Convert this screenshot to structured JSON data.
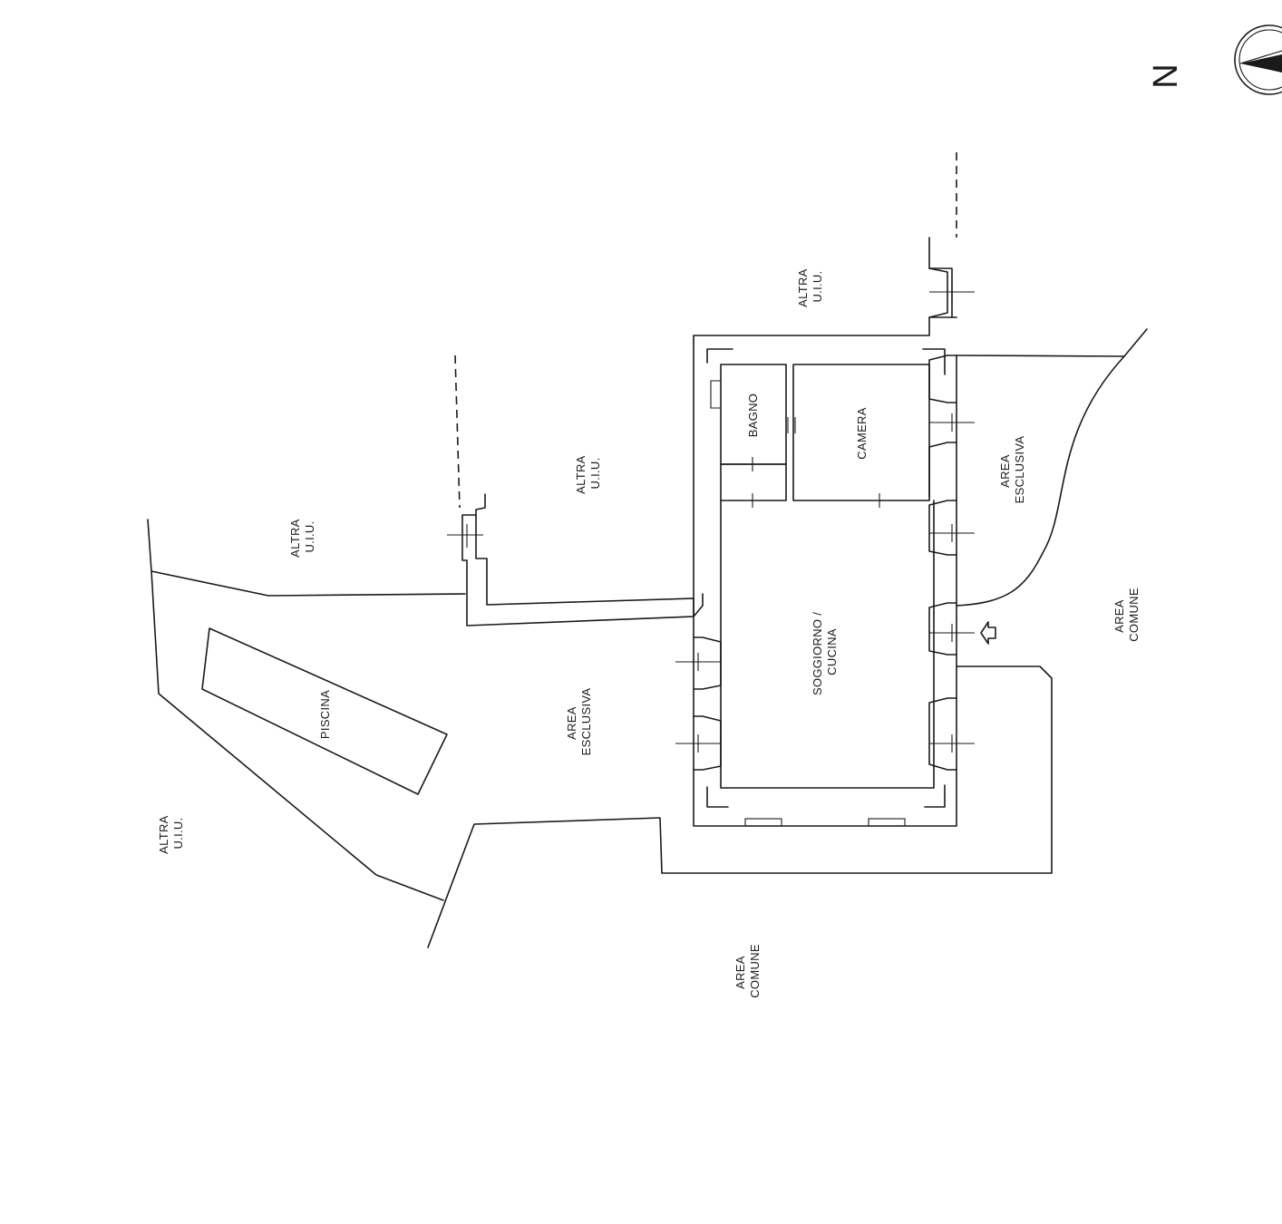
{
  "north": {
    "letter": "N"
  },
  "labels": {
    "altra_top": [
      "ALTRA",
      "U.I.U."
    ],
    "altra_mid": [
      "ALTRA",
      "U.I.U."
    ],
    "altra_left": [
      "ALTRA",
      "U.I.U."
    ],
    "altra_bottom": [
      "ALTRA",
      "U.I.U."
    ],
    "area_esclusiva_right": [
      "AREA",
      "ESCLUSIVA"
    ],
    "area_esclusiva_left": [
      "AREA",
      "ESCLUSIVA"
    ],
    "area_comune_right": [
      "AREA",
      "COMUNE"
    ],
    "area_comune_bottom": [
      "AREA",
      "COMUNE"
    ],
    "bagno": [
      "BAGNO"
    ],
    "camera": [
      "CAMERA"
    ],
    "soggiorno": [
      "SOGGIORNO /",
      "CUCINA"
    ],
    "piscina": [
      "PISCINA"
    ]
  }
}
